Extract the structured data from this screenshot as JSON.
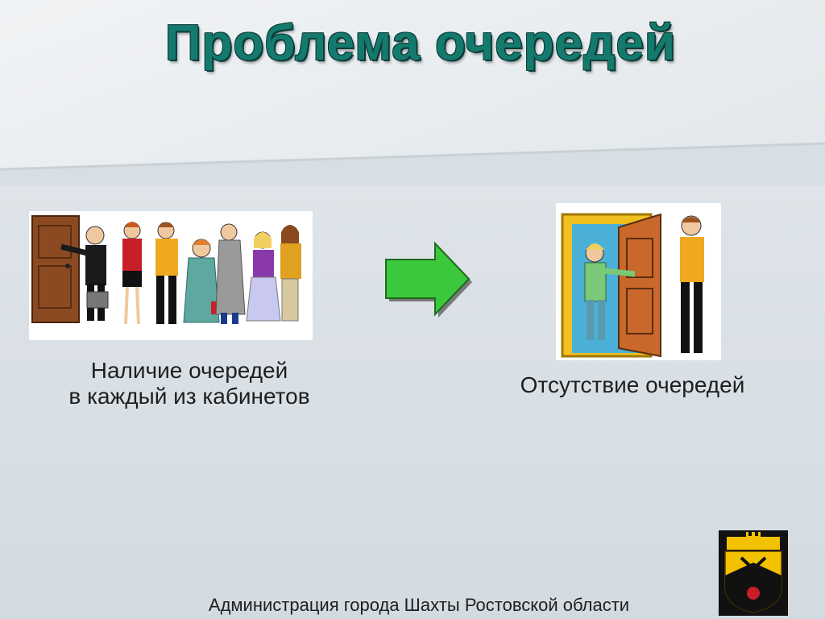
{
  "slide": {
    "title": "Проблема очередей",
    "left_caption_line1": "Наличие очередей",
    "left_caption_line2": "в каждый из кабинетов",
    "right_caption": "Отсутствие очередей",
    "footer": "Администрация города Шахты Ростовской области"
  },
  "icons": {
    "arrow": "right-arrow-icon",
    "emblem": "city-coat-of-arms-icon"
  },
  "colors": {
    "title": "#157a6e",
    "arrow": "#3cc83c",
    "emblem_gold": "#f2c200",
    "emblem_black": "#111111"
  }
}
